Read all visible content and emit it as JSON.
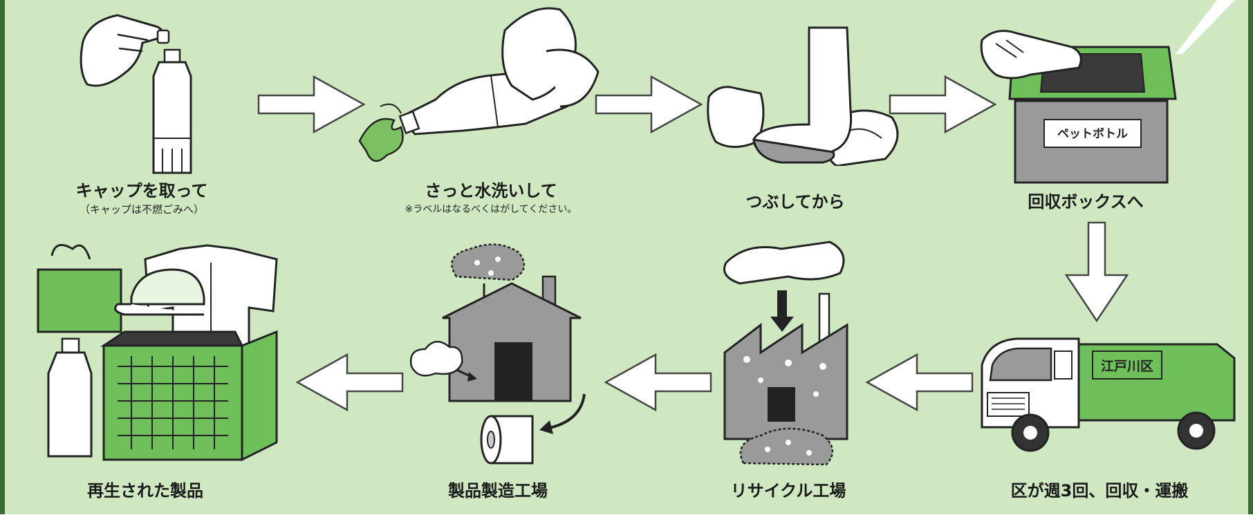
{
  "steps": {
    "remove_cap": {
      "label": "キャップを取って",
      "note": "（キャップは不燃ごみへ）"
    },
    "rinse": {
      "label": "さっと水洗いして",
      "note": "※ラベルはなるべくはがしてください。"
    },
    "crush": {
      "label": "つぶしてから"
    },
    "collection_box": {
      "label": "回収ボックスへ",
      "box_text": "ペットボトル"
    },
    "transport": {
      "label": "区が週3回、回収・運搬",
      "truck_text": "江戸川区"
    },
    "recycle_factory": {
      "label": "リサイクル工場"
    },
    "manufacturing": {
      "label": "製品製造工場"
    },
    "products": {
      "label": "再生された製品"
    }
  },
  "colors": {
    "background": "#cfe8c2",
    "border": "#3c6a34",
    "accent_green": "#6fbf5a",
    "gray": "#9a9a9a"
  }
}
